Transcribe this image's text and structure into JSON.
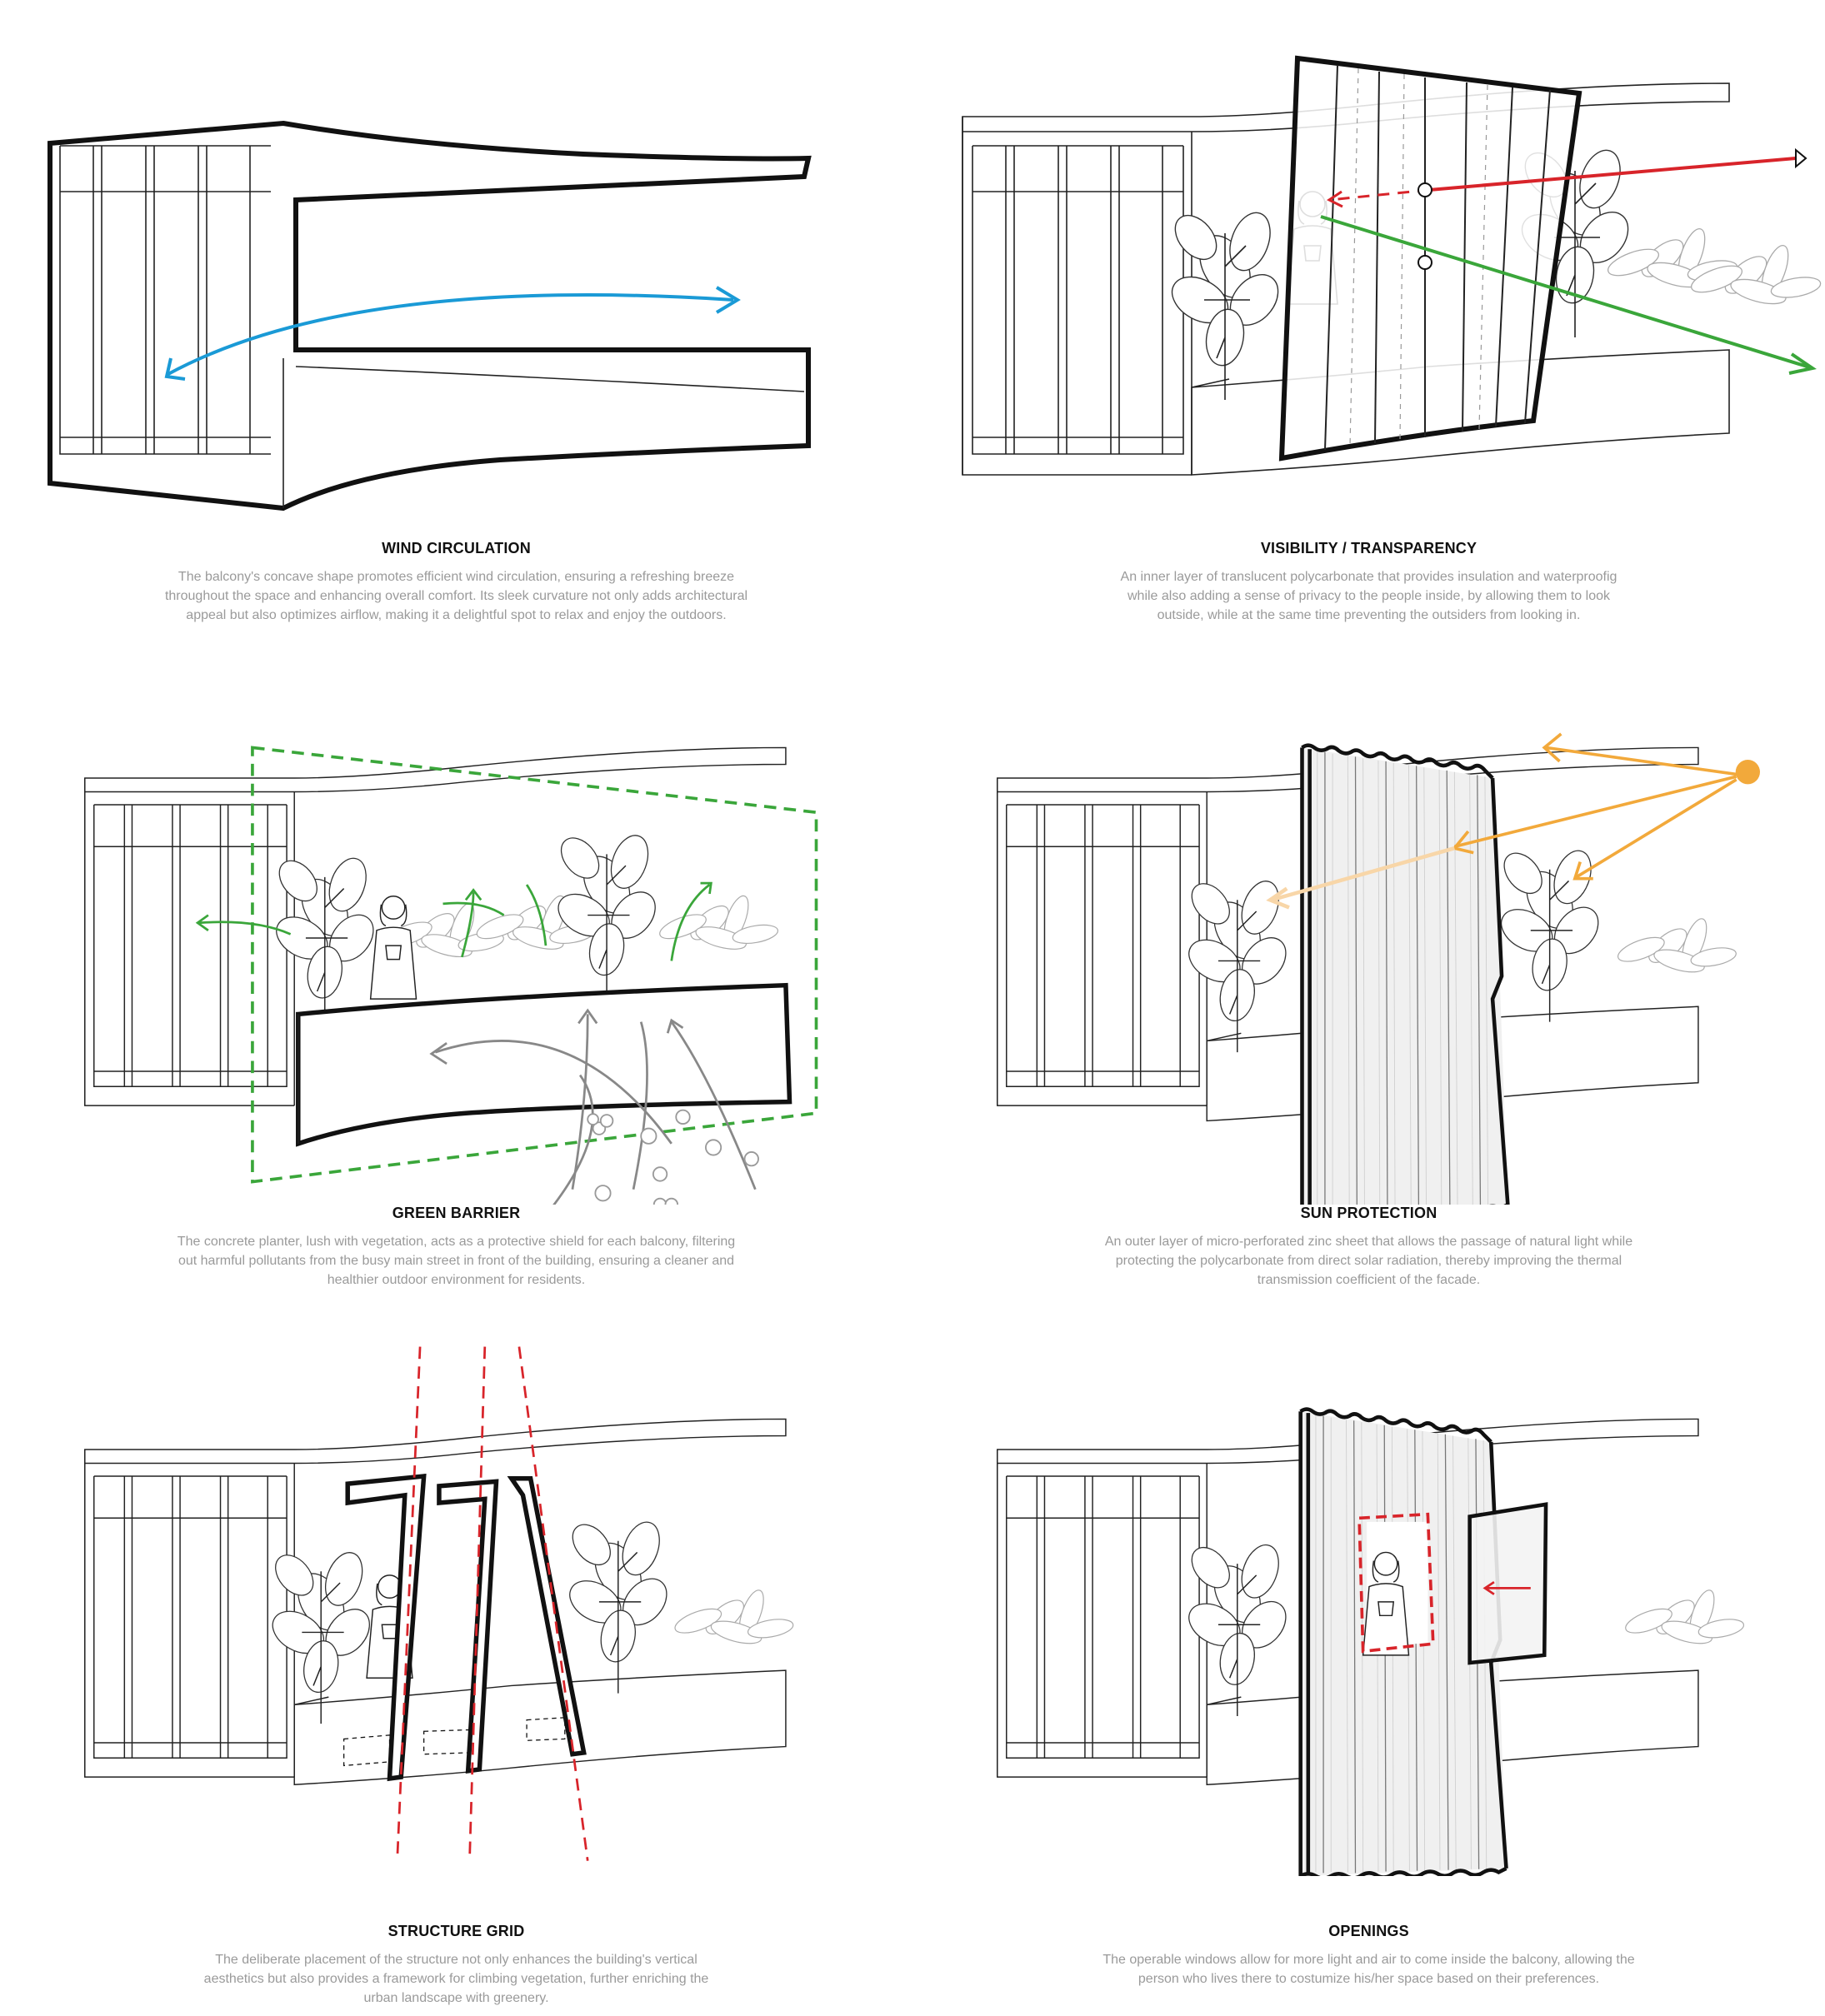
{
  "panels": [
    {
      "title": "WIND CIRCULATION",
      "lines": [
        "The balcony's concave shape promotes efficient wind circulation, ensuring a refreshing breeze",
        "throughout the space and enhancing overall comfort. Its sleek curvature not only adds architectural",
        "appeal but also optimizes airflow, making it a delightful spot to relax and enjoy the outdoors."
      ]
    },
    {
      "title": "VISIBILITY / TRANSPARENCY",
      "lines": [
        "An inner layer of translucent polycarbonate that provides insulation and waterproofig",
        "while also adding a sense of privacy to the people inside, by allowing them to look",
        "outside, while at the same time preventing the outsiders from looking in."
      ]
    },
    {
      "title": "GREEN BARRIER",
      "lines": [
        "The concrete planter, lush with vegetation, acts as a protective shield for each balcony, filtering",
        "out harmful pollutants from the busy main street in front of the building, ensuring a cleaner and",
        "healthier outdoor environment for residents."
      ]
    },
    {
      "title": "SUN PROTECTION",
      "lines": [
        "An outer layer of micro-perforated zinc sheet that allows the passage of natural light while",
        "protecting the polycarbonate from direct solar radiation, thereby improving the thermal",
        "transmission coefficient of the facade."
      ]
    },
    {
      "title": "STRUCTURE GRID",
      "lines": [
        "The deliberate placement of the structure not only enhances the building's vertical",
        "aesthetics but also provides a framework for climbing vegetation, further enriching the",
        "urban landscape with greenery."
      ]
    },
    {
      "title": "OPENINGS",
      "lines": [
        "The operable windows allow for more light and air to come inside the balcony, allowing the",
        "person who lives there to costumize his/her space based on their preferences."
      ]
    }
  ],
  "colors": {
    "wind": "#1a9ad6",
    "visibility_blocked": "#d8242a",
    "visibility_allowed": "#3aa63a",
    "barrier": "#3aa63a",
    "pollution": "#888888",
    "sun": "#f2a93b",
    "structure_axis": "#d8242a",
    "openings": "#d8242a"
  }
}
